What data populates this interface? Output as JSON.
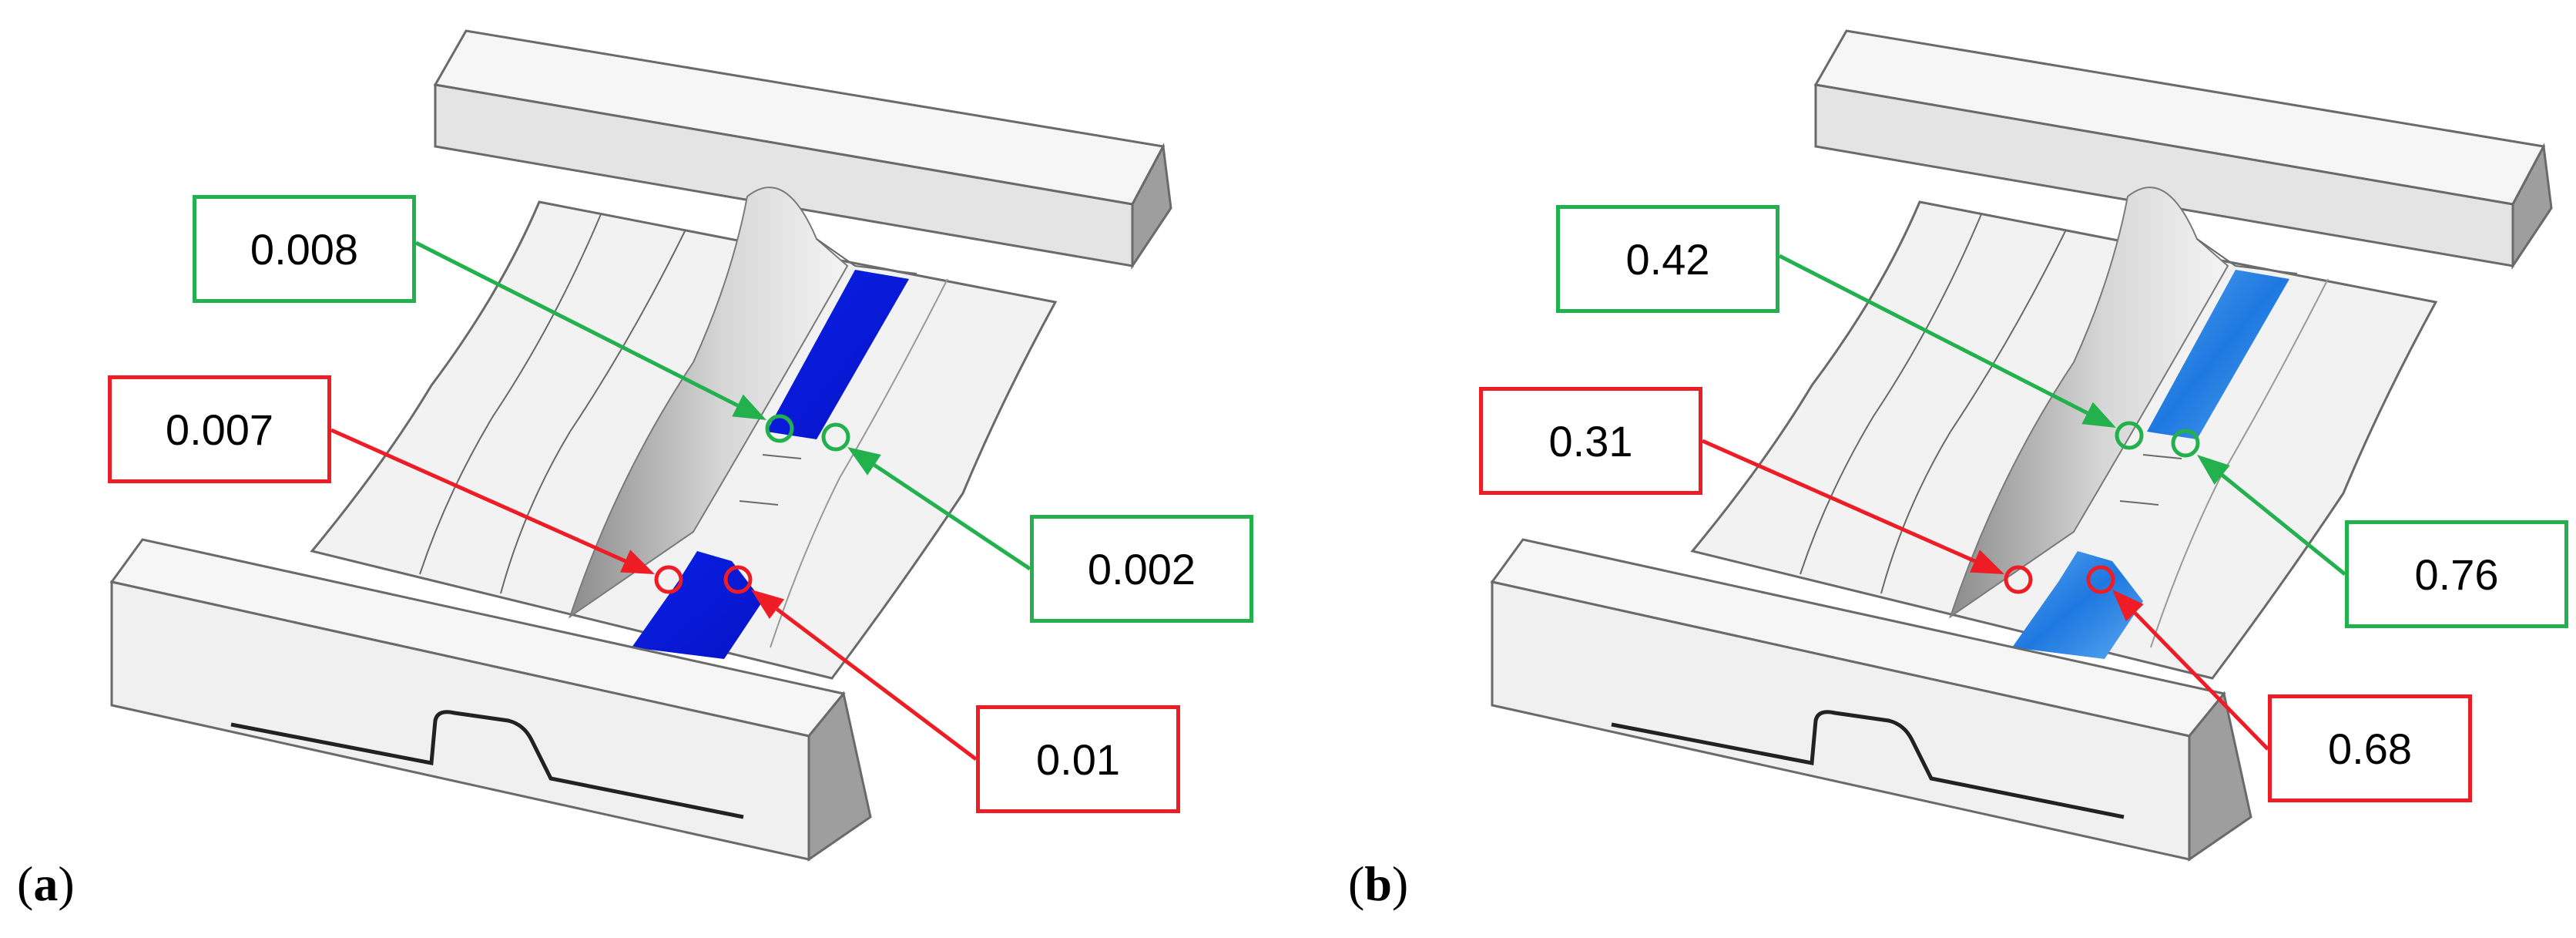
{
  "colors": {
    "green": "#22b14c",
    "red": "#ee1c24",
    "blue_a": "#0a20e6",
    "blue_b": "#1e78e0",
    "blue_b_light": "#5aa8f0",
    "surface": "#f2f2f2",
    "edge": "#6a6a6a",
    "shade": "#bdbdbd",
    "dark_side": "#9e9e9e"
  },
  "panels": [
    {
      "id": "a",
      "label_open": "(",
      "label_letter": "a",
      "label_close": ")",
      "callouts": {
        "upper_green": "0.008",
        "lower_green": "0.002",
        "upper_red": "0.007",
        "lower_red": "0.01"
      }
    },
    {
      "id": "b",
      "label_open": "(",
      "label_letter": "b",
      "label_close": ")",
      "callouts": {
        "upper_green": "0.42",
        "lower_green": "0.76",
        "upper_red": "0.31",
        "lower_red": "0.68"
      }
    }
  ]
}
